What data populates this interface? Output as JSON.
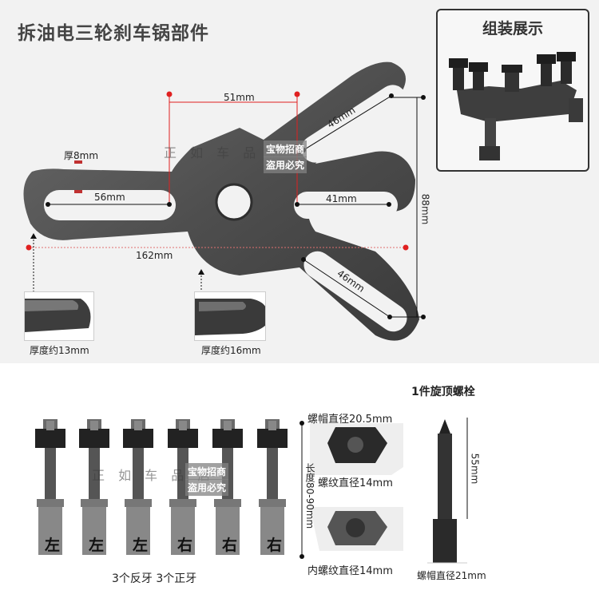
{
  "title": "拆油电三轮刹车锅部件",
  "assembly": {
    "title": "组装展示"
  },
  "plate": {
    "dim_51": "51mm",
    "dim_46_top": "46mm",
    "dim_46_bottom": "46mm",
    "dim_56": "56mm",
    "dim_41": "41mm",
    "dim_88": "88mm",
    "dim_162": "162mm",
    "thickness": "厚8mm"
  },
  "thickness_labels": {
    "left": "厚度约13mm",
    "right": "厚度约16mm"
  },
  "watermark": {
    "shop": "正 如 车 品 店",
    "box_line1": "宝物招商",
    "box_line2": "盗用必究"
  },
  "bolts": {
    "letters": [
      "左",
      "左",
      "左",
      "右",
      "右",
      "右"
    ],
    "caption": "3个反牙  3个正牙",
    "length_label": "长度80-90mm"
  },
  "nut_detail": {
    "cap_diameter": "螺帽直径20.5mm",
    "thread_diameter": "螺纹直径14mm",
    "inner_thread": "内螺纹直径14mm"
  },
  "top_bolt": {
    "heading": "1件旋顶螺栓",
    "length": "55mm",
    "cap_diameter": "螺帽直径21mm"
  }
}
